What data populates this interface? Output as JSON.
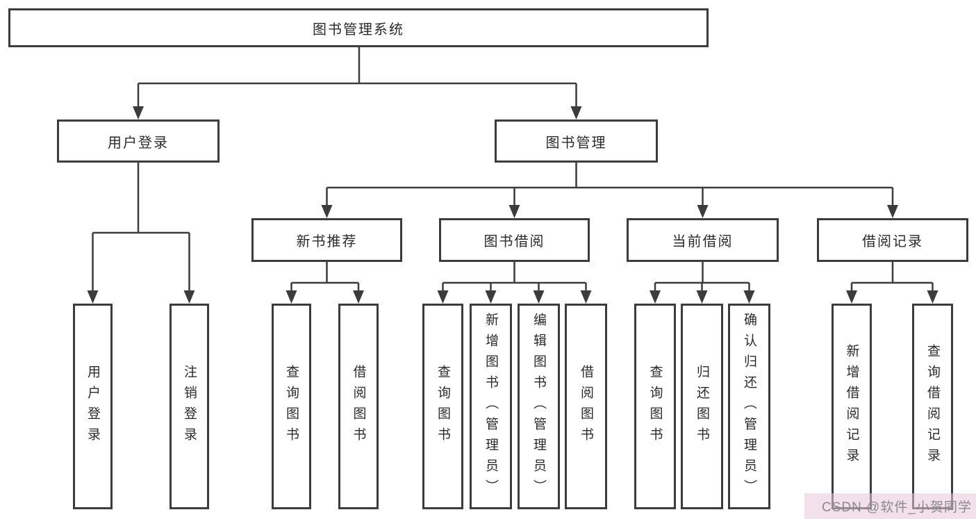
{
  "tree": {
    "label": "图书管理系统",
    "children": [
      {
        "label": "用户登录",
        "children": [
          {
            "label": "用户登录"
          },
          {
            "label": "注销登录"
          }
        ]
      },
      {
        "label": "图书管理",
        "children": [
          {
            "label": "新书推荐",
            "children": [
              {
                "label": "查询图书"
              },
              {
                "label": "借阅图书"
              }
            ]
          },
          {
            "label": "图书借阅",
            "children": [
              {
                "label": "查询图书"
              },
              {
                "label": "新增图书（管理员）"
              },
              {
                "label": "编辑图书（管理员）"
              },
              {
                "label": "借阅图书"
              }
            ]
          },
          {
            "label": "当前借阅",
            "children": [
              {
                "label": "查询图书"
              },
              {
                "label": "归还图书"
              },
              {
                "label": "确认归还（管理员）"
              }
            ]
          },
          {
            "label": "借阅记录",
            "children": [
              {
                "label": "新增借阅记录"
              },
              {
                "label": "查询借阅记录"
              }
            ]
          }
        ]
      }
    ]
  },
  "watermark": {
    "text": "CSDN @软件_小贺同学"
  },
  "colors": {
    "line": "#3c3c3c",
    "box_border": "#3c3c3c",
    "box_fill": "#ffffff",
    "text": "#2b2b2b",
    "watermark_text": "#8a8a8a",
    "watermark_bg": "#e7c6da"
  }
}
